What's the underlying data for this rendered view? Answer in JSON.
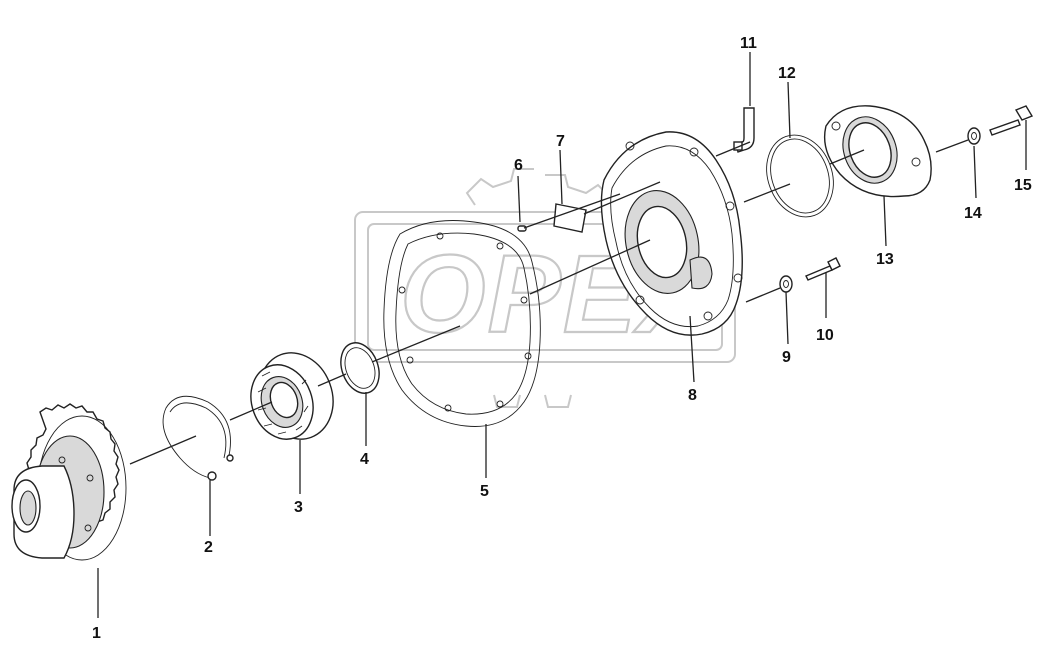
{
  "diagram": {
    "watermark": "OPEX",
    "part_numbers": [
      "1",
      "2",
      "3",
      "4",
      "5",
      "6",
      "7",
      "8",
      "9",
      "10",
      "11",
      "12",
      "13",
      "14",
      "15"
    ]
  }
}
